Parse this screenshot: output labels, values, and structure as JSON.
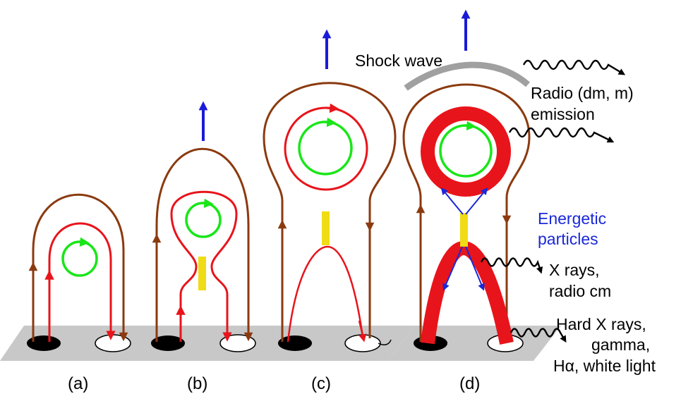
{
  "panels": [
    {
      "label": "(a)"
    },
    {
      "label": "(b)"
    },
    {
      "label": "(c)"
    },
    {
      "label": "(d)"
    }
  ],
  "annotations": {
    "shock_wave": "Shock wave",
    "radio_line1": "Radio (dm, m)",
    "radio_line2": "emission",
    "particles_line1": "Energetic",
    "particles_line2": "particles",
    "xray_line1": "X rays,",
    "xray_line2": "radio cm",
    "hard_line1": "Hard X rays,",
    "hard_line2": "gamma,",
    "hard_line3": "Hα, white light"
  },
  "colors": {
    "outer_field": "#8b3a0f",
    "flux_rope": "#e8141b",
    "core": "#19e619",
    "current_sheet": "#f0dc14",
    "upward_arrow": "#1a1ad8",
    "emission": "#000000",
    "particles": "#1a28d8",
    "shock": "#a0a0a0",
    "base": "#c8c8c8"
  }
}
